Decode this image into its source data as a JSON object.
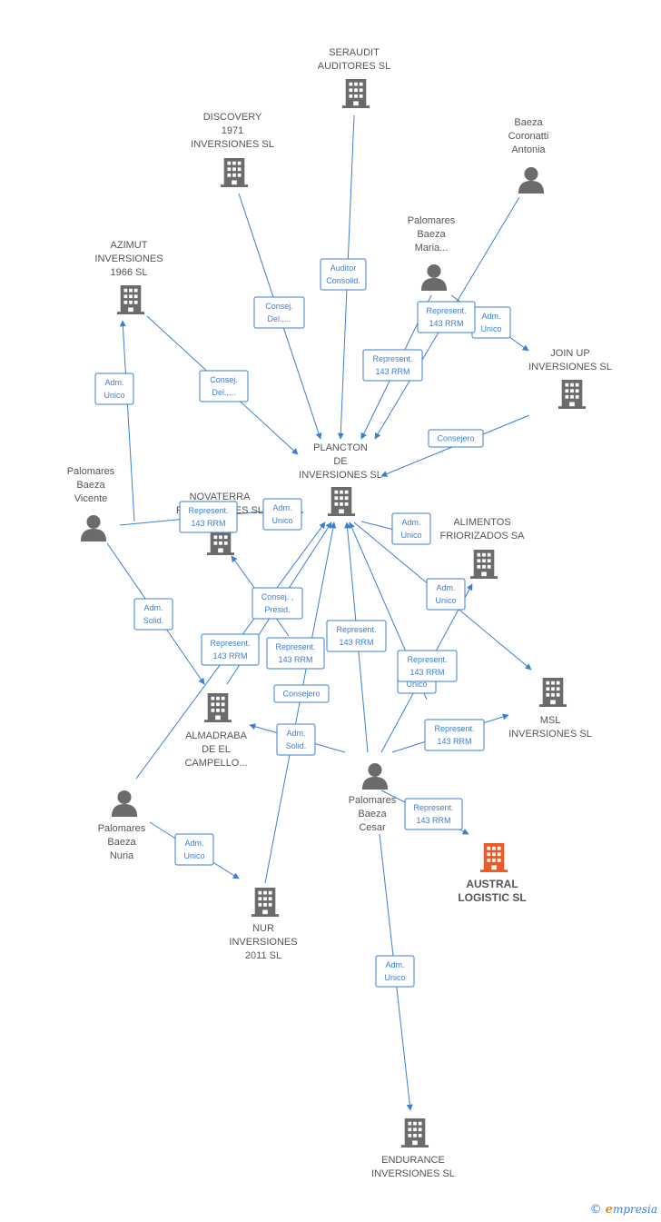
{
  "colors": {
    "edge": "#3a7fd5",
    "node": "#6b6b6b",
    "focus": "#f05a28",
    "label": "#555555"
  },
  "nodes": [
    {
      "id": "seraudit",
      "type": "company",
      "lines": [
        "SERAUDIT",
        "AUDITORES SL"
      ]
    },
    {
      "id": "discovery",
      "type": "company",
      "lines": [
        "DISCOVERY",
        "1971",
        "INVERSIONES SL"
      ]
    },
    {
      "id": "baeza_coronatti",
      "type": "person",
      "lines": [
        "Baeza",
        "Coronatti",
        "Antonia"
      ]
    },
    {
      "id": "palomares_maria",
      "type": "person",
      "lines": [
        "Palomares",
        "Baeza",
        "Maria..."
      ]
    },
    {
      "id": "azimut",
      "type": "company",
      "lines": [
        "AZIMUT",
        "INVERSIONES",
        "1966 SL"
      ]
    },
    {
      "id": "joinup",
      "type": "company",
      "lines": [
        "JOIN UP",
        "INVERSIONES SL"
      ]
    },
    {
      "id": "plancton",
      "type": "company",
      "lines": [
        "PLANCTON",
        "DE",
        "INVERSIONES SL"
      ]
    },
    {
      "id": "palomares_vicente",
      "type": "person",
      "lines": [
        "Palomares",
        "Baeza",
        "Vicente"
      ]
    },
    {
      "id": "novaterra",
      "type": "company",
      "lines": [
        "NOVATERRA",
        "PROPIEDADES SL"
      ]
    },
    {
      "id": "alimentos",
      "type": "company",
      "lines": [
        "ALIMENTOS",
        "FRIORIZADOS SA"
      ]
    },
    {
      "id": "msl",
      "type": "company",
      "lines": [
        "MSL",
        "INVERSIONES SL"
      ]
    },
    {
      "id": "almadraba",
      "type": "company",
      "lines": [
        "ALMADRABA",
        "DE EL",
        "CAMPELLO..."
      ]
    },
    {
      "id": "palomares_cesar",
      "type": "person",
      "lines": [
        "Palomares",
        "Baeza",
        "Cesar"
      ]
    },
    {
      "id": "palomares_nuria",
      "type": "person",
      "lines": [
        "Palomares",
        "Baeza",
        "Nuria"
      ]
    },
    {
      "id": "austral",
      "type": "focus",
      "lines": [
        "AUSTRAL",
        "LOGISTIC SL"
      ]
    },
    {
      "id": "nur",
      "type": "company",
      "lines": [
        "NUR",
        "INVERSIONES",
        "2011 SL"
      ]
    },
    {
      "id": "endurance",
      "type": "company",
      "lines": [
        "ENDURANCE",
        "INVERSIONES SL"
      ]
    }
  ],
  "edges": [
    {
      "id": "e1",
      "lines": [
        "Auditor",
        "Consolid."
      ]
    },
    {
      "id": "e2",
      "lines": [
        "Consej.",
        "Del.,..."
      ]
    },
    {
      "id": "e3",
      "lines": [
        "Consej.",
        "Del.,..."
      ]
    },
    {
      "id": "e4",
      "lines": [
        "Represent.",
        "143 RRM"
      ]
    },
    {
      "id": "e5",
      "lines": [
        "Adm.",
        "Unico"
      ]
    },
    {
      "id": "e6",
      "lines": [
        "Represent.",
        "143 RRM"
      ]
    },
    {
      "id": "e7",
      "lines": [
        "Adm.",
        "Unico"
      ]
    },
    {
      "id": "e8",
      "lines": [
        "Consejero"
      ]
    },
    {
      "id": "e9",
      "lines": [
        "Represent.",
        "143 RRM"
      ]
    },
    {
      "id": "e10",
      "lines": [
        "Adm.",
        "Unico"
      ]
    },
    {
      "id": "e11",
      "lines": [
        "Adm.",
        "Unico"
      ]
    },
    {
      "id": "e12",
      "lines": [
        "Adm.",
        "Solid."
      ]
    },
    {
      "id": "e13",
      "lines": [
        "Adm.",
        "Unico"
      ]
    },
    {
      "id": "e14",
      "lines": [
        "Consej. ,",
        "Presid."
      ]
    },
    {
      "id": "e15",
      "lines": [
        "Represent.",
        "143 RRM"
      ]
    },
    {
      "id": "e16",
      "lines": [
        "Represent.",
        "143 RRM"
      ]
    },
    {
      "id": "e17",
      "lines": [
        "Represent.",
        "143 RRM"
      ]
    },
    {
      "id": "e18",
      "lines": [
        "Adm.",
        "Unico"
      ]
    },
    {
      "id": "e19",
      "lines": [
        "Represent.",
        "143 RRM"
      ]
    },
    {
      "id": "e20",
      "lines": [
        "Consejero"
      ]
    },
    {
      "id": "e21",
      "lines": [
        "Adm.",
        "Solid."
      ]
    },
    {
      "id": "e22",
      "lines": [
        "Represent.",
        "143 RRM"
      ]
    },
    {
      "id": "e23",
      "lines": [
        "Represent.",
        "143 RRM"
      ]
    },
    {
      "id": "e24",
      "lines": [
        "Adm.",
        "Unico"
      ]
    },
    {
      "id": "e25",
      "lines": [
        "Adm.",
        "Unico"
      ]
    }
  ],
  "footer": {
    "copyright": "©",
    "brand_initial": "e",
    "brand_rest": "mpresia"
  }
}
